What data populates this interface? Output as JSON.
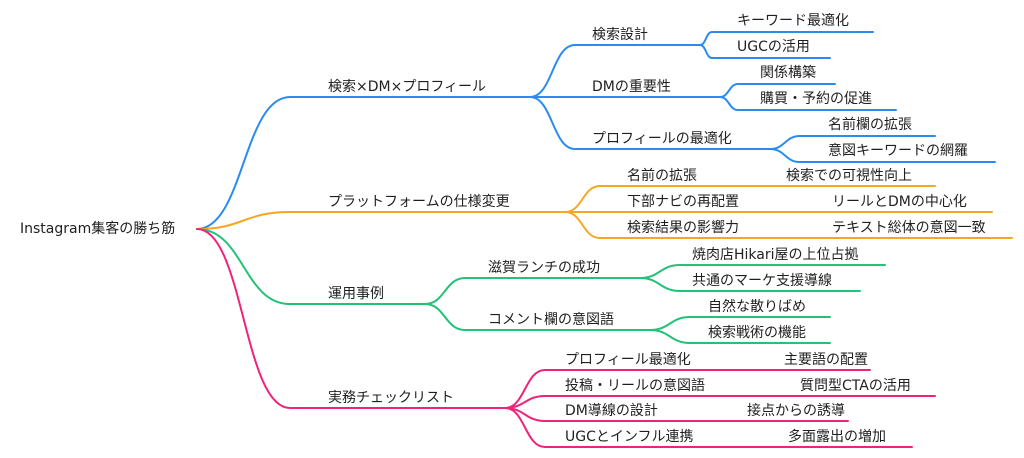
{
  "colors": {
    "blue": "#2b8cf0",
    "orange": "#f5a623",
    "green": "#22c277",
    "pink": "#f0237a",
    "text": "#1f1f1f"
  },
  "root": {
    "label": "Instagram集客の勝ち筋"
  },
  "branches": [
    {
      "label": "検索×DM×プロフィール",
      "color": "blue",
      "children": [
        {
          "label": "検索設計",
          "children": [
            {
              "label": "キーワード最適化"
            },
            {
              "label": "UGCの活用"
            }
          ]
        },
        {
          "label": "DMの重要性",
          "children": [
            {
              "label": "関係構築"
            },
            {
              "label": "購買・予約の促進"
            }
          ]
        },
        {
          "label": "プロフィールの最適化",
          "children": [
            {
              "label": "名前欄の拡張"
            },
            {
              "label": "意図キーワードの網羅"
            }
          ]
        }
      ]
    },
    {
      "label": "プラットフォームの仕様変更",
      "color": "orange",
      "children": [
        {
          "label": "名前の拡張",
          "children": [
            {
              "label": "検索での可視性向上"
            }
          ]
        },
        {
          "label": "下部ナビの再配置",
          "children": [
            {
              "label": "リールとDMの中心化"
            }
          ]
        },
        {
          "label": "検索結果の影響力",
          "children": [
            {
              "label": "テキスト総体の意図一致"
            }
          ]
        }
      ]
    },
    {
      "label": "運用事例",
      "color": "green",
      "children": [
        {
          "label": "滋賀ランチの成功",
          "children": [
            {
              "label": "焼肉店Hikari屋の上位占拠"
            },
            {
              "label": "共通のマーケ支援導線"
            }
          ]
        },
        {
          "label": "コメント欄の意図語",
          "children": [
            {
              "label": "自然な散りばめ"
            },
            {
              "label": "検索戦術の機能"
            }
          ]
        }
      ]
    },
    {
      "label": "実務チェックリスト",
      "color": "pink",
      "children": [
        {
          "label": "プロフィール最適化",
          "children": [
            {
              "label": "主要語の配置"
            }
          ]
        },
        {
          "label": "投稿・リールの意図語",
          "children": [
            {
              "label": "質問型CTAの活用"
            }
          ]
        },
        {
          "label": "DM導線の設計",
          "children": [
            {
              "label": "接点からの誘導"
            }
          ]
        },
        {
          "label": "UGCとインフル連携",
          "children": [
            {
              "label": "多面露出の増加"
            }
          ]
        }
      ]
    }
  ]
}
